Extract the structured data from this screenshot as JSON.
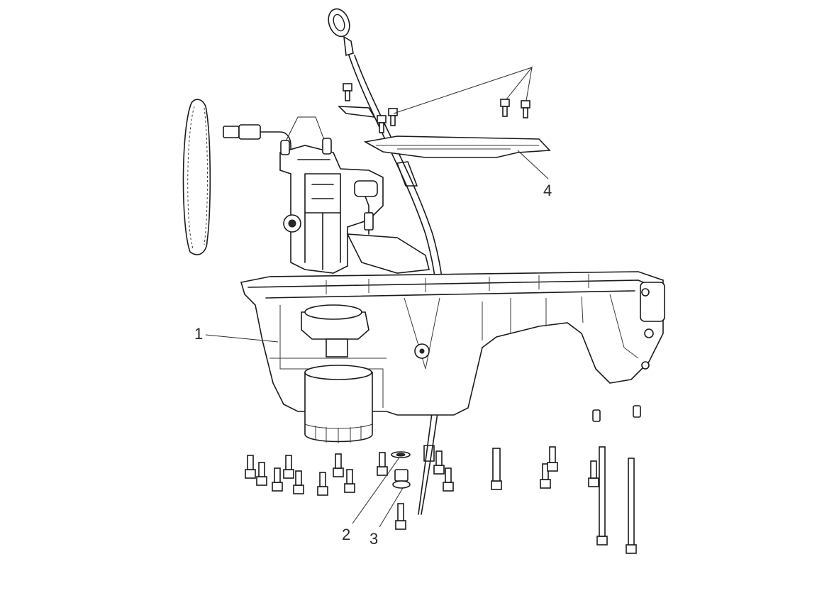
{
  "colors": {
    "line": "#1a1a1a",
    "background": "#ffffff"
  },
  "callouts": [
    {
      "id": "c1",
      "label": "1"
    },
    {
      "id": "c2",
      "label": "2"
    },
    {
      "id": "c3",
      "label": "3"
    },
    {
      "id": "c4",
      "label": "4"
    }
  ]
}
